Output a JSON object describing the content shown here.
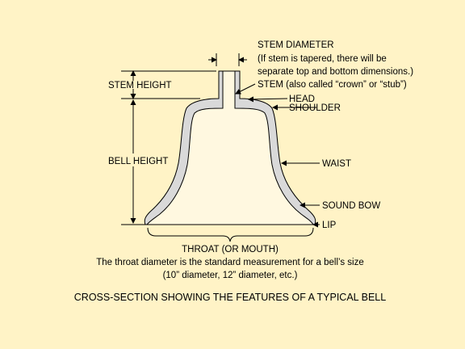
{
  "labels": {
    "stem_diameter": "STEM DIAMETER",
    "stem_diameter_note_1": "(If stem is tapered, there will be",
    "stem_diameter_note_2": "separate top and bottom dimensions.)",
    "stem": "STEM (also called “crown” or “stub”)",
    "head": "HEAD",
    "shoulder": "SHOULDER",
    "stem_height": "STEM HEIGHT",
    "bell_height": "BELL HEIGHT",
    "waist": "WAIST",
    "sound_bow": "SOUND BOW",
    "lip": "LIP",
    "throat": "THROAT (OR MOUTH)",
    "throat_note_1": "The throat diameter is the standard measurement for a bell’s size",
    "throat_note_2": "(10” diameter, 12” diameter, etc.)"
  },
  "caption": "CROSS-SECTION SHOWING THE FEATURES OF A TYPICAL BELL",
  "colors": {
    "background": "#fff3c6",
    "bell_wall": "#d9d9d9",
    "bell_interior": "#fff8e0",
    "stroke": "#000000"
  }
}
